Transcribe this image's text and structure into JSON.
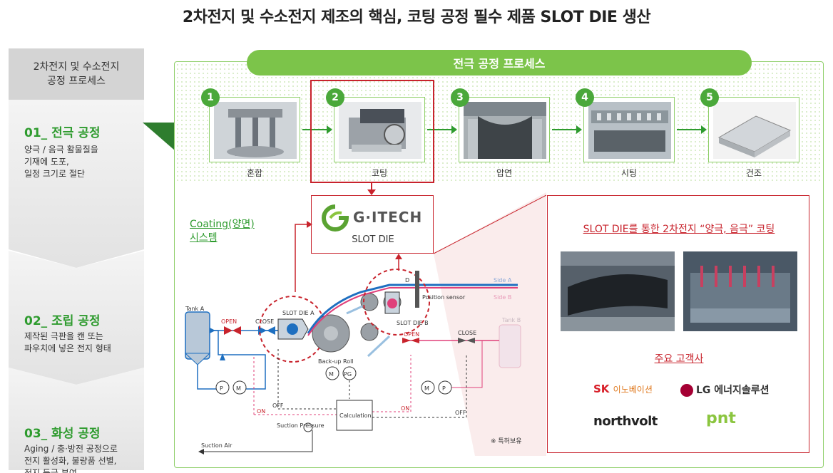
{
  "title": "2차전지 및 수소전지 제조의 핵심, 코팅 공정 필수 제품 SLOT DIE 생산",
  "left": {
    "header": "2차전지 및 수소전지\n공정 프로세스",
    "stages": [
      {
        "title": "01_ 전극 공정",
        "desc": "양극 / 음극 활물질을\n기재에 도포,\n일정 크기로 절단"
      },
      {
        "title": "02_ 조립 공정",
        "desc": "제작된 극판을 캔 또는\n파우치에 넣은 전지 형태"
      },
      {
        "title": "03_ 화성 공정",
        "desc": "Aging / 충·방전 공정으로\n전지 활성화, 불량품 선별,\n전지 등급 부여"
      }
    ]
  },
  "process": {
    "title": "전극 공정 프로세스",
    "steps": [
      {
        "num": "1",
        "label": "혼합"
      },
      {
        "num": "2",
        "label": "코팅"
      },
      {
        "num": "3",
        "label": "압연"
      },
      {
        "num": "4",
        "label": "시팅"
      },
      {
        "num": "5",
        "label": "건조"
      }
    ]
  },
  "logo": {
    "brand": "G·ITECH",
    "product": "SLOT DIE"
  },
  "coating_label": "Coating(양면)\n시스템",
  "diagram": {
    "tank_a": "Tank A",
    "tank_b": "Tank B",
    "open": "OPEN",
    "close": "CLOSE",
    "slot_die_a": "SLOT DIE A",
    "slot_die_b": "SLOT DIE B",
    "backup_roll": "Back-up Roll",
    "position_sensor": "Position sensor",
    "side_a": "Side A",
    "side_b": "Side B",
    "d": "D",
    "p": "P",
    "m": "M",
    "pg": "PG",
    "on": "ON",
    "off": "OFF",
    "calculation": "Calculation",
    "suction_pressure": "Suction\nPressure",
    "suction_air": "Suction Air"
  },
  "patent": "※ 특허보유",
  "right": {
    "title": "SLOT DIE를 통한 2차전지 “양극, 음극” 코팅",
    "customers_title": "주요 고객사",
    "customers": {
      "sk": "SK",
      "sk_sub": "이노베이션",
      "lg": "LG 에너지솔루션",
      "northvolt": "northvolt",
      "pnt": "pnt"
    }
  },
  "colors": {
    "green": "#7cc44a",
    "dark_green": "#2e9b2e",
    "red": "#c8232c",
    "blue": "#1e6fc0",
    "pink": "#e0407a"
  }
}
